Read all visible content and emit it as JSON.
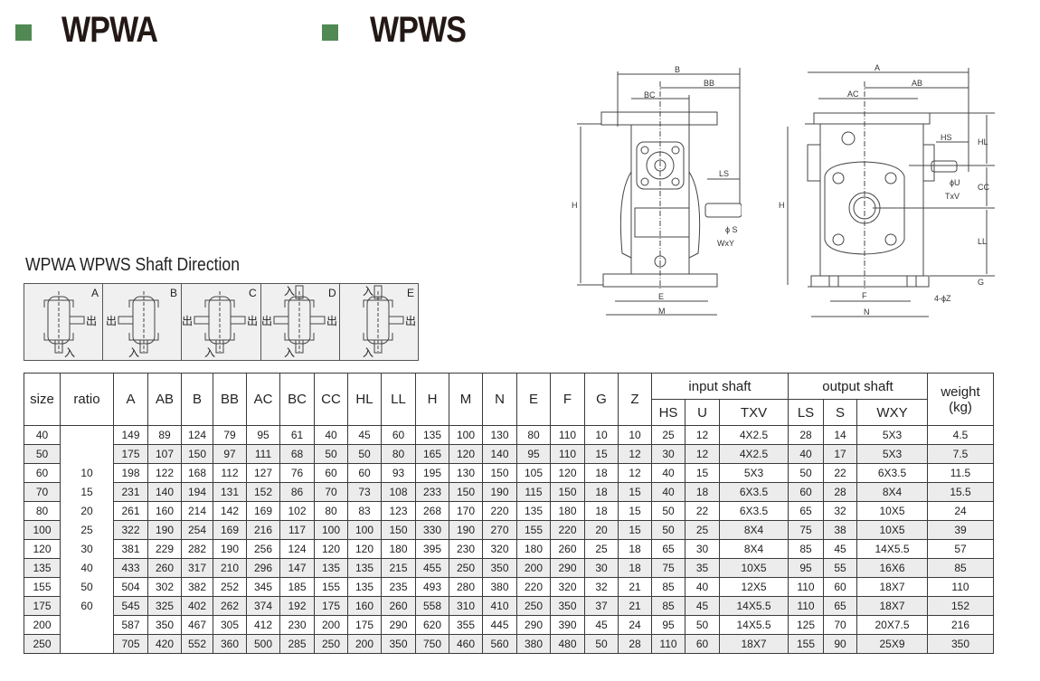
{
  "titles": {
    "left": "WPWA",
    "right": "WPWS"
  },
  "colors": {
    "accent": "#508a52",
    "title": "#231815"
  },
  "shaft_direction": {
    "title": "WPWA WPWS Shaft Direction",
    "in_label": "入",
    "out_label": "出",
    "variants": [
      "A",
      "B",
      "C",
      "D",
      "E"
    ]
  },
  "diagram_left": {
    "labels": {
      "B": "B",
      "BB": "BB",
      "BC": "BC",
      "LS": "LS",
      "H": "H",
      "S": "ϕ S",
      "WXY": "WxY",
      "E": "E",
      "M": "M"
    }
  },
  "diagram_right": {
    "labels": {
      "A": "A",
      "AB": "AB",
      "AC": "AC",
      "HS": "HS",
      "HL": "HL",
      "U": "ϕU",
      "TXV": "TxV",
      "CC": "CC",
      "H": "H",
      "LL": "LL",
      "G": "G",
      "F": "F",
      "Z": "4-ϕZ",
      "N": "N"
    }
  },
  "table": {
    "headers": {
      "size": "size",
      "ratio": "ratio",
      "cols": [
        "A",
        "AB",
        "B",
        "BB",
        "AC",
        "BC",
        "CC",
        "HL",
        "LL",
        "H",
        "M",
        "N",
        "E",
        "F",
        "G",
        "Z"
      ],
      "input_shaft": "input  shaft",
      "input_cols": [
        "HS",
        "U",
        "TXV"
      ],
      "output_shaft": "output  shaft",
      "output_cols": [
        "LS",
        "S",
        "WXY"
      ],
      "weight": "weight",
      "weight_unit": "(kg)"
    },
    "ratios": [
      "10",
      "15",
      "20",
      "25",
      "30",
      "40",
      "50",
      "60"
    ],
    "rows": [
      [
        "40",
        "149",
        "89",
        "124",
        "79",
        "95",
        "61",
        "40",
        "45",
        "60",
        "135",
        "100",
        "130",
        "80",
        "110",
        "10",
        "10",
        "25",
        "12",
        "4X2.5",
        "28",
        "14",
        "5X3",
        "4.5"
      ],
      [
        "50",
        "175",
        "107",
        "150",
        "97",
        "111",
        "68",
        "50",
        "50",
        "80",
        "165",
        "120",
        "140",
        "95",
        "110",
        "15",
        "12",
        "30",
        "12",
        "4X2.5",
        "40",
        "17",
        "5X3",
        "7.5"
      ],
      [
        "60",
        "198",
        "122",
        "168",
        "112",
        "127",
        "76",
        "60",
        "60",
        "93",
        "195",
        "130",
        "150",
        "105",
        "120",
        "18",
        "12",
        "40",
        "15",
        "5X3",
        "50",
        "22",
        "6X3.5",
        "11.5"
      ],
      [
        "70",
        "231",
        "140",
        "194",
        "131",
        "152",
        "86",
        "70",
        "73",
        "108",
        "233",
        "150",
        "190",
        "115",
        "150",
        "18",
        "15",
        "40",
        "18",
        "6X3.5",
        "60",
        "28",
        "8X4",
        "15.5"
      ],
      [
        "80",
        "261",
        "160",
        "214",
        "142",
        "169",
        "102",
        "80",
        "83",
        "123",
        "268",
        "170",
        "220",
        "135",
        "180",
        "18",
        "15",
        "50",
        "22",
        "6X3.5",
        "65",
        "32",
        "10X5",
        "24"
      ],
      [
        "100",
        "322",
        "190",
        "254",
        "169",
        "216",
        "117",
        "100",
        "100",
        "150",
        "330",
        "190",
        "270",
        "155",
        "220",
        "20",
        "15",
        "50",
        "25",
        "8X4",
        "75",
        "38",
        "10X5",
        "39"
      ],
      [
        "120",
        "381",
        "229",
        "282",
        "190",
        "256",
        "124",
        "120",
        "120",
        "180",
        "395",
        "230",
        "320",
        "180",
        "260",
        "25",
        "18",
        "65",
        "30",
        "8X4",
        "85",
        "45",
        "14X5.5",
        "57"
      ],
      [
        "135",
        "433",
        "260",
        "317",
        "210",
        "296",
        "147",
        "135",
        "135",
        "215",
        "455",
        "250",
        "350",
        "200",
        "290",
        "30",
        "18",
        "75",
        "35",
        "10X5",
        "95",
        "55",
        "16X6",
        "85"
      ],
      [
        "155",
        "504",
        "302",
        "382",
        "252",
        "345",
        "185",
        "155",
        "135",
        "235",
        "493",
        "280",
        "380",
        "220",
        "320",
        "32",
        "21",
        "85",
        "40",
        "12X5",
        "110",
        "60",
        "18X7",
        "110"
      ],
      [
        "175",
        "545",
        "325",
        "402",
        "262",
        "374",
        "192",
        "175",
        "160",
        "260",
        "558",
        "310",
        "410",
        "250",
        "350",
        "37",
        "21",
        "85",
        "45",
        "14X5.5",
        "110",
        "65",
        "18X7",
        "152"
      ],
      [
        "200",
        "587",
        "350",
        "467",
        "305",
        "412",
        "230",
        "200",
        "175",
        "290",
        "620",
        "355",
        "445",
        "290",
        "390",
        "45",
        "24",
        "95",
        "50",
        "14X5.5",
        "125",
        "70",
        "20X7.5",
        "216"
      ],
      [
        "250",
        "705",
        "420",
        "552",
        "360",
        "500",
        "285",
        "250",
        "200",
        "350",
        "750",
        "460",
        "560",
        "380",
        "480",
        "50",
        "28",
        "110",
        "60",
        "18X7",
        "155",
        "90",
        "25X9",
        "350"
      ]
    ]
  }
}
